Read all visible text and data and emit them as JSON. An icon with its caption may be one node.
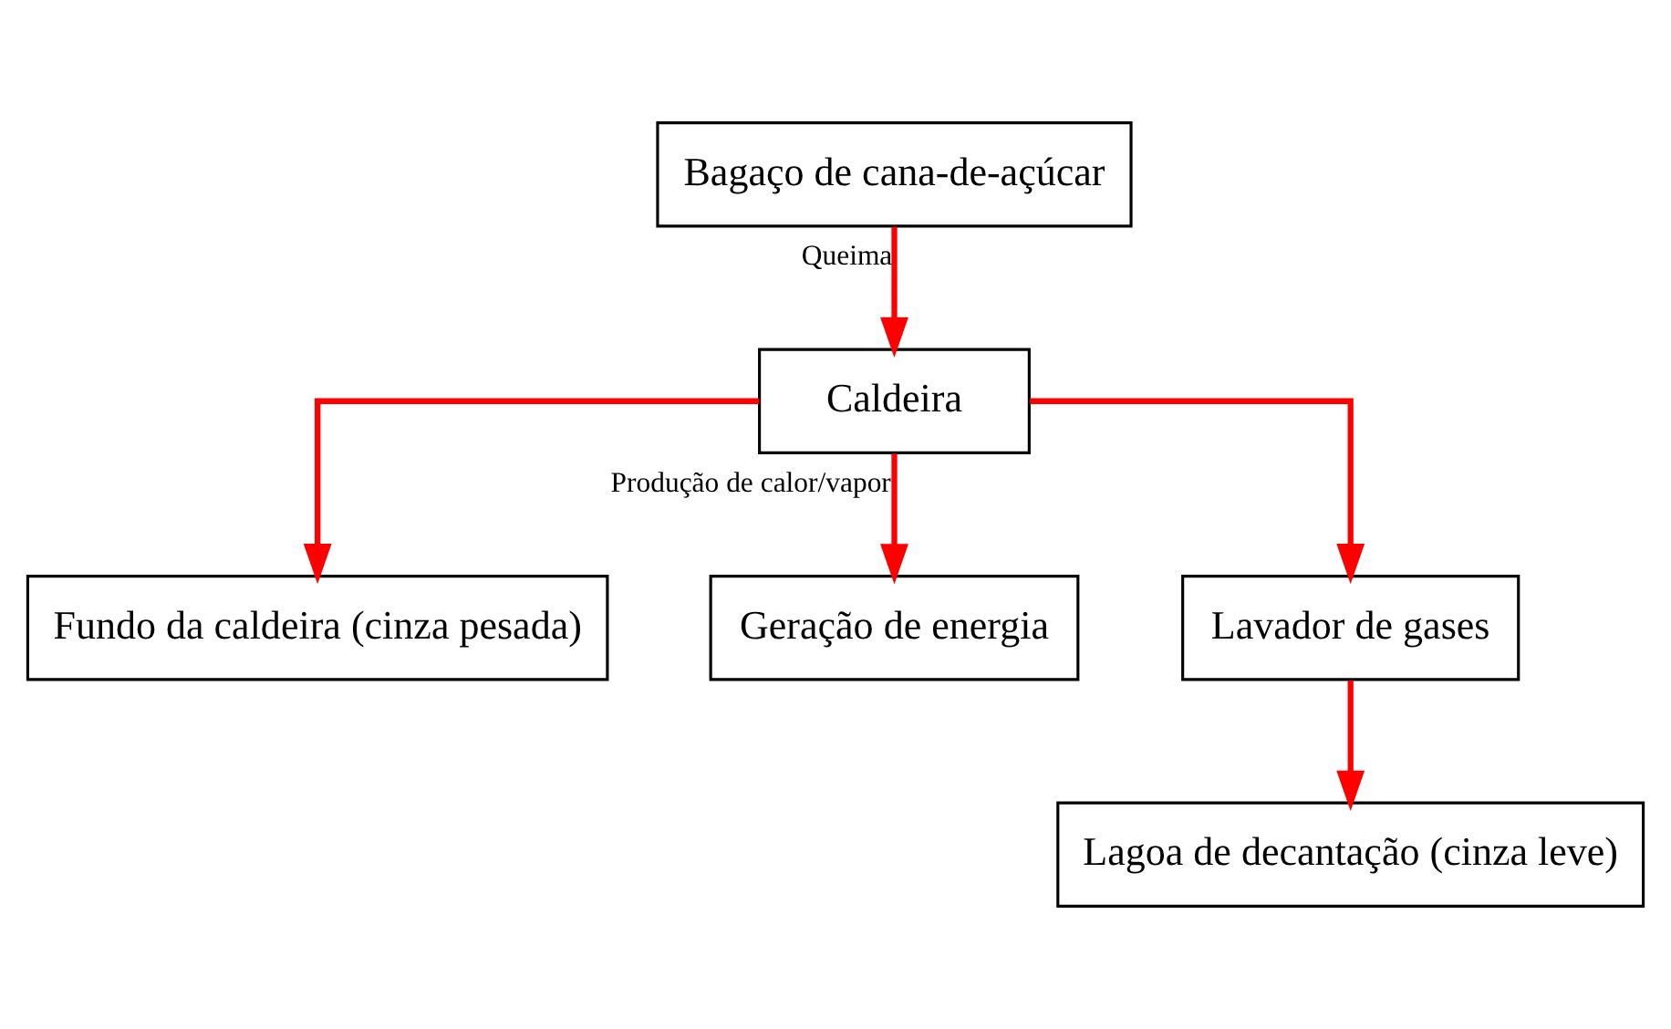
{
  "diagram": {
    "nodes": [
      {
        "text": [
          "Bagaço de cana-de-açúcar"
        ]
      },
      {
        "text": [
          "Caldeira"
        ]
      },
      {
        "text": [
          "Fundo da caldeira (cinza pesada)"
        ]
      },
      {
        "text": [
          "Geração de energia"
        ]
      },
      {
        "text": [
          "Lavador de gases"
        ]
      },
      {
        "text": [
          "Lagoa de decantação (cinza leve)"
        ]
      }
    ],
    "edges": [
      {
        "from": 0,
        "to": 1,
        "arrow": "to",
        "label": "Queima"
      },
      {
        "from": 1,
        "to": 2,
        "arrow": "to"
      },
      {
        "from": 1,
        "to": 3,
        "arrow": "to",
        "label": "Produção de calor/vapor"
      },
      {
        "from": 1,
        "to": 4,
        "arrow": "to"
      },
      {
        "from": 4,
        "to": 5,
        "arrow": "to"
      }
    ]
  }
}
